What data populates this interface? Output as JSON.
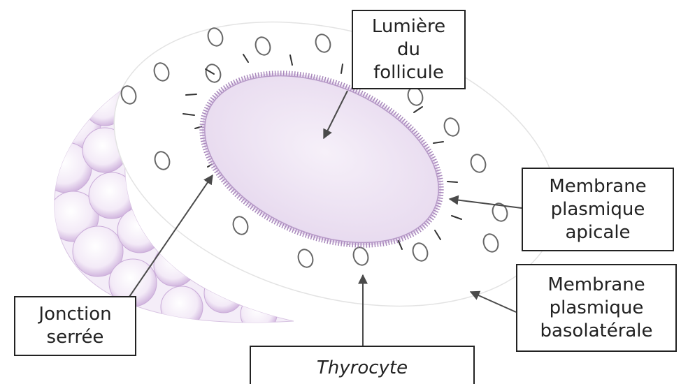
{
  "labels": {
    "lumiere": [
      "Lumière",
      "du",
      "follicule"
    ],
    "apicale": [
      "Membrane",
      "plasmique",
      "apicale"
    ],
    "basolaterale": [
      "Membrane",
      "plasmique",
      "basolatérale"
    ],
    "jonction": [
      "Jonction",
      "serrée"
    ],
    "thyrocyte": [
      "Thyrocyte"
    ]
  },
  "colors": {
    "line": "#222222",
    "lumen_fill": "#efe6f3",
    "lumen_edge": "#a888bb",
    "cell_bubble_edge": "#c4a6d4",
    "nucleus_edge": "#666666"
  }
}
